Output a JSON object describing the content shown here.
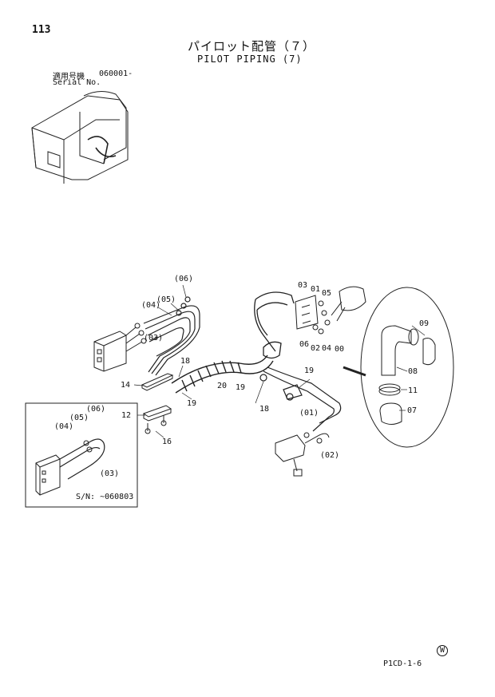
{
  "header": {
    "page_number": "113",
    "title_jp": "パイロット配管（７）",
    "title_en": "PILOT PIPING (7)",
    "serial_label_jp": "適用号機",
    "serial_value": "060001-",
    "serial_label_en": "Serial No."
  },
  "inset": {
    "caption": "S/N: ~060803"
  },
  "callouts": {
    "c06": "(06)",
    "c05": "(05)",
    "c04": "(04)",
    "c03": "(03)",
    "c18": "18",
    "c14": "14",
    "c20": "20",
    "c19a": "19",
    "c19b": "19",
    "c19c": "19",
    "c12": "12",
    "c16": "16",
    "c18b": "18",
    "r03": "03",
    "r01": "01",
    "r05": "05",
    "r06": "06",
    "r02": "02",
    "r04": "04",
    "r00": "00",
    "c09": "09",
    "c08": "08",
    "c11": "11",
    "c07": "07",
    "c01": "(01)",
    "c02": "(02)",
    "i06": "(06)",
    "i05": "(05)",
    "i04": "(04)",
    "i03": "(03)"
  },
  "footer": {
    "code": "P1CD-1-6",
    "mark": "W"
  }
}
